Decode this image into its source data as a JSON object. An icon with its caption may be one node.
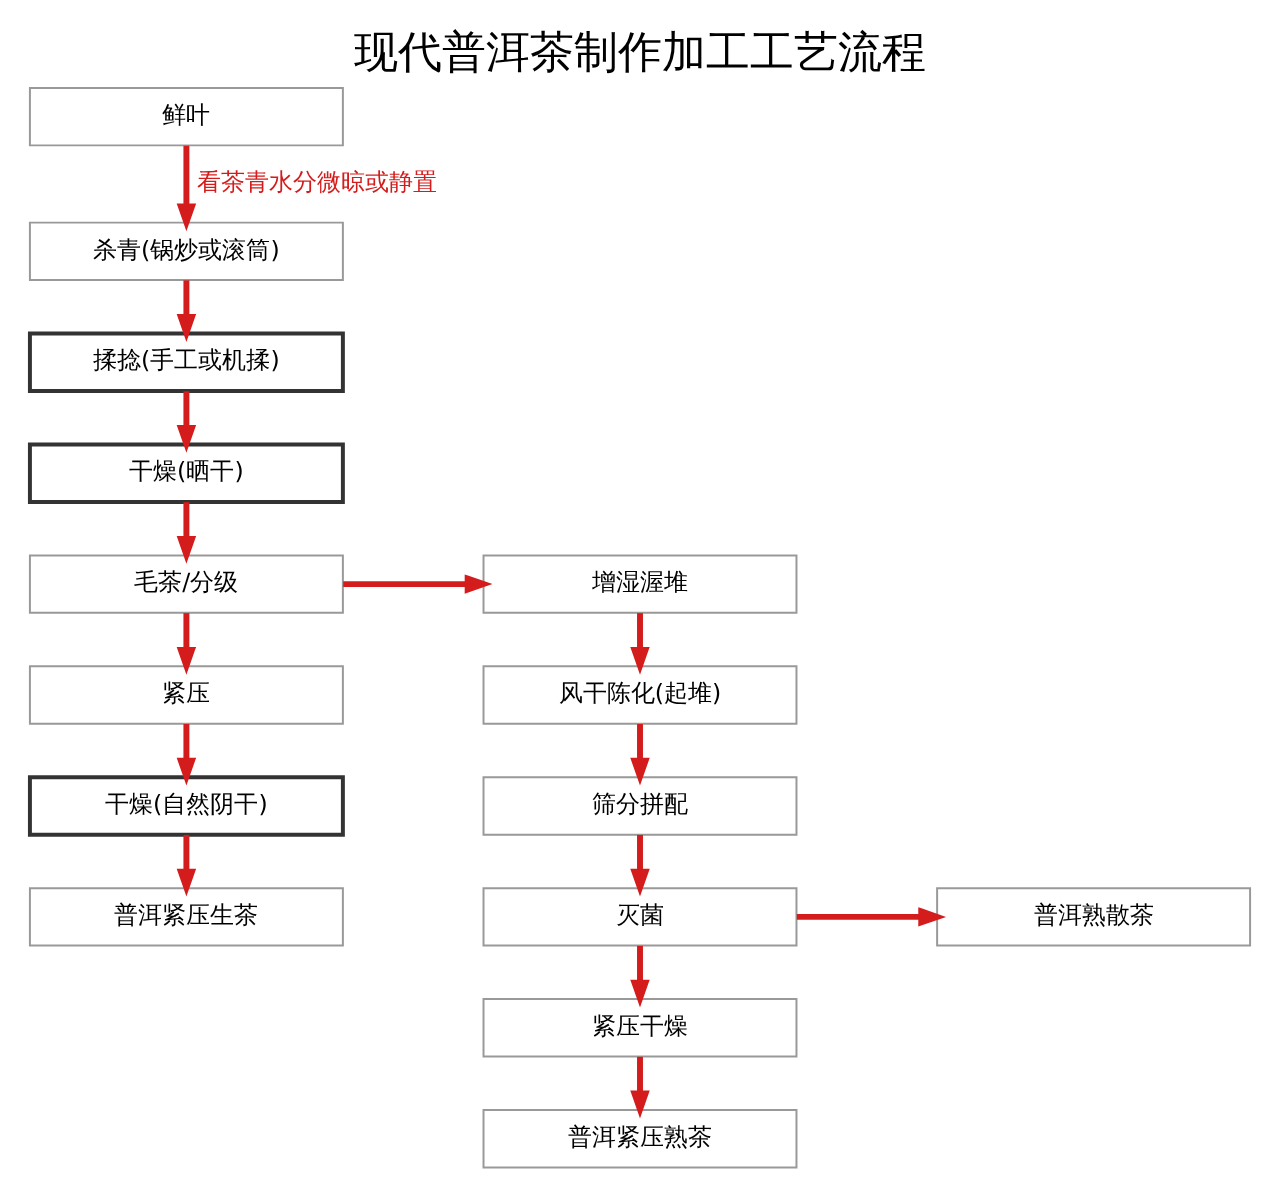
{
  "diagram": {
    "title": "现代普洱茶制作加工工艺流程",
    "nodes": [
      {
        "text": [
          "鲜叶"
        ]
      },
      {
        "text": [
          "杀青(锅炒或滚筒)"
        ]
      },
      {
        "text": [
          "揉捻(手工或机揉)"
        ]
      },
      {
        "text": [
          "干燥(晒干)"
        ]
      },
      {
        "text": [
          "增湿渥堆"
        ]
      },
      {
        "text": [
          "毛茶/分级"
        ]
      },
      {
        "text": [
          "风干陈化(起堆)"
        ]
      },
      {
        "text": [
          "紧压"
        ]
      },
      {
        "text": [
          "筛分拼配"
        ]
      },
      {
        "text": [
          "干燥(自然阴干)"
        ]
      },
      {
        "text": [
          "普洱熟散茶"
        ]
      },
      {
        "text": [
          "灭菌"
        ]
      },
      {
        "text": [
          "普洱紧压生茶"
        ]
      },
      {
        "text": [
          "紧压干燥"
        ]
      },
      {
        "text": [
          "普洱紧压熟茶"
        ]
      }
    ],
    "edges": [
      {
        "from": 0,
        "to": 1,
        "arrow": "to",
        "label": "看茶青水分微晾或静置"
      },
      {
        "from": 1,
        "to": 2,
        "arrow": "to"
      },
      {
        "from": 2,
        "to": 3,
        "arrow": "to"
      },
      {
        "from": 3,
        "to": 5,
        "arrow": "to"
      },
      {
        "from": 5,
        "to": 4,
        "arrow": "to"
      },
      {
        "from": 4,
        "to": 6,
        "arrow": "to"
      },
      {
        "from": 6,
        "to": 8,
        "arrow": "to"
      },
      {
        "from": 8,
        "to": 11,
        "arrow": "to"
      },
      {
        "from": 11,
        "to": 10,
        "arrow": "to"
      },
      {
        "from": 11,
        "to": 13,
        "arrow": "to"
      },
      {
        "from": 13,
        "to": 14,
        "arrow": "to"
      },
      {
        "from": 5,
        "to": 7,
        "arrow": "to"
      },
      {
        "from": 7,
        "to": 9,
        "arrow": "to"
      },
      {
        "from": 9,
        "to": 12,
        "arrow": "to"
      }
    ]
  }
}
